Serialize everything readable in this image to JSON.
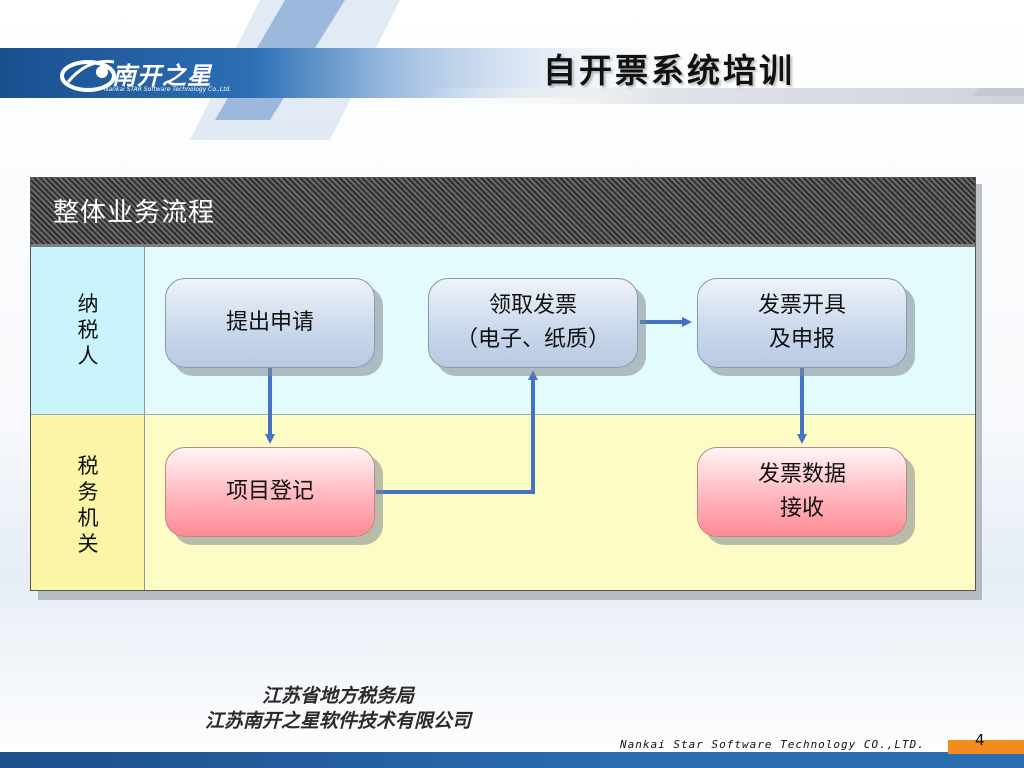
{
  "header": {
    "title": "自开票系统培训",
    "logo_text": "南开之星",
    "logo_subtitle": "Nankai STAR Software Technology Co.,Ltd."
  },
  "diagram": {
    "title": "整体业务流程",
    "lanes": [
      {
        "label": "纳\n税\n人"
      },
      {
        "label": "税\n务\n机\n关"
      }
    ],
    "boxes": {
      "apply": "提出申请",
      "receive": "领取发票\n（电子、纸质）",
      "issue": "发票开具\n及申报",
      "register": "项目登记",
      "data_receive": "发票数据\n接收"
    },
    "colors": {
      "arrow": "#4472c4",
      "taxpayer_box": "#c9d7eb",
      "tax_office_box": "#ff8a95"
    }
  },
  "footer": {
    "org_1": "江苏省地方税务局",
    "org_2": "江苏南开之星软件技术有限公司",
    "company_en": "Nankai Star Software Technology CO.,LTD.",
    "page_number": "4"
  }
}
